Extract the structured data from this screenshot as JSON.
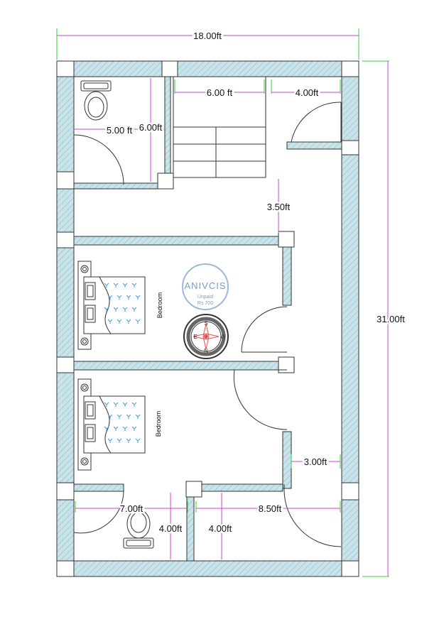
{
  "dimensions": {
    "overall_width": "18.00ft",
    "overall_height": "31.00ft",
    "stair_width": "6.00 ft",
    "top_right": "4.00ft",
    "toilet_width": "5.00 ft",
    "toilet_height": "6.00ft",
    "passage": "3.50ft",
    "side_passage": "3.00ft",
    "bottom_left_width": "7.00ft",
    "bottom_left_height": "4.00ft",
    "bottom_right_height": "4.00ft",
    "bottom_right_width": "8.50ft"
  },
  "rooms": {
    "bedroom_1": "Bedroom",
    "bedroom_2": "Bedroom"
  },
  "watermark": {
    "brand": "ANIVCIS",
    "line1": "Unpaid",
    "line2": "Rs 700"
  },
  "compass": {
    "n": "N",
    "s": "S",
    "e": "E",
    "w": "W"
  },
  "colors": {
    "wall_fill": "#c9e3ea",
    "wall_hatch": "#86b4c4",
    "dimension_line": "#d040d0",
    "extension_line": "#3ad03a",
    "bedding_mark": "#3a9fd8",
    "compass_mark": "#e05050"
  }
}
